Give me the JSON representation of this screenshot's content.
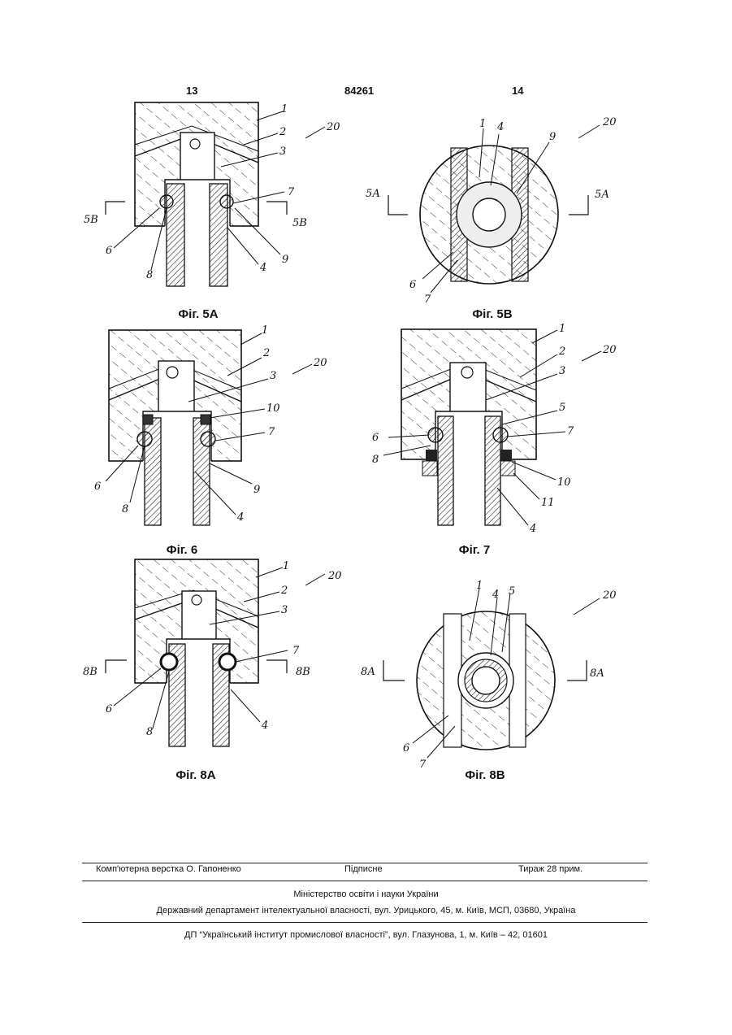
{
  "header": {
    "left_page": "13",
    "patent_number": "84261",
    "right_page": "14"
  },
  "figures": [
    {
      "caption": "Фіг. 5А",
      "labels": [
        "1",
        "2",
        "3",
        "20",
        "7",
        "6",
        "8",
        "4",
        "9",
        "5В",
        "5В"
      ]
    },
    {
      "caption": "Фіг. 5В",
      "labels": [
        "1",
        "4",
        "9",
        "20",
        "5А",
        "5А",
        "6",
        "7"
      ]
    },
    {
      "caption": "Фіг. 6",
      "labels": [
        "1",
        "2",
        "3",
        "20",
        "10",
        "7",
        "6",
        "8",
        "4",
        "9"
      ]
    },
    {
      "caption": "Фіг. 7",
      "labels": [
        "1",
        "2",
        "3",
        "20",
        "5",
        "7",
        "6",
        "8",
        "10",
        "11",
        "4"
      ]
    },
    {
      "caption": "Фіг. 8А",
      "labels": [
        "1",
        "2",
        "3",
        "20",
        "7",
        "6",
        "8",
        "4",
        "8В",
        "8В"
      ]
    },
    {
      "caption": "Фіг. 8В",
      "labels": [
        "1",
        "4",
        "5",
        "20",
        "8А",
        "8А",
        "6",
        "7"
      ]
    }
  ],
  "footer": {
    "composer": "Комп'ютерна верстка О. Гапоненко",
    "subscription": "Підписне",
    "circulation": "Тираж 28 прим.",
    "ministry": "Міністерство освіти і науки України",
    "department": "Державний департамент інтелектуальної власності, вул. Урицького, 45, м. Київ, МСП, 03680, Україна",
    "institute": "ДП “Український інститут промислової власності”, вул. Глазунова, 1, м. Київ – 42, 01601"
  }
}
